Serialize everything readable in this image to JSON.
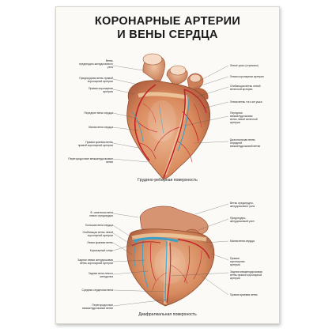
{
  "title": {
    "line1": "КОРОНАРНЫЕ АРТЕРИИ",
    "line2": "И ВЕНЫ СЕРДЦА"
  },
  "top_figure": {
    "caption": "Грудино-реберная поверхность",
    "labels_left": [
      "Ветвь\nпредсердно-желудочкового\nузла",
      "Предсердная ветвь правой\nкоронарной артерии",
      "Правая коронарная\nартерия",
      "Передние вены сердца",
      "Малая вена сердца",
      "Правая краевая ветвь\nправой коронарной артерии",
      "Перегородочные межжелудочковые ветви"
    ],
    "labels_right": [
      "Левое ушко (отрезано)",
      "Левая коронарная артерия",
      "Огибающая ветвь левой\nвенечной артерии",
      "Левая ветвь того же ушка",
      "Передняя\nмежжелудочковая\nветвь левой венечной\nартерии",
      "Диагональная ветвь\nпередней\nмежжелудочковой ветви"
    ]
  },
  "bottom_figure": {
    "caption": "Диафрагмальная поверхность",
    "labels_left": [
      "Ф..освенская вена\nлевого предсердия",
      "Большая вена сердца",
      "Огибающая ветвь левой\nкоронарной артерии",
      "Левая краевая ветвь",
      "Коронарный синус",
      "Задняя левая желудочковая\nветвь коронарной артерии",
      "Задняя вена левого\nжелудочка",
      "Средняя сердечная вена",
      "Перегородочные\nмежжелудочковые ветви"
    ],
    "labels_right": [
      "Ветвь предсердно-\nжелудочкового узла",
      "Предсердно-\nжелудочковый узел",
      "Малая вена сердца",
      "Правая\nкоронарная\nартерия",
      "Задняя межжелудочковая\nветвь правой коронарной\nартерии",
      "Правая краевая ветвь"
    ]
  },
  "colors": {
    "heart_base": "#d98a5c",
    "heart_light": "#eab48f",
    "heart_shadow": "#b0603a",
    "artery": "#c3202a",
    "vein": "#3a9fc8",
    "fat": "#f1d1a6"
  }
}
